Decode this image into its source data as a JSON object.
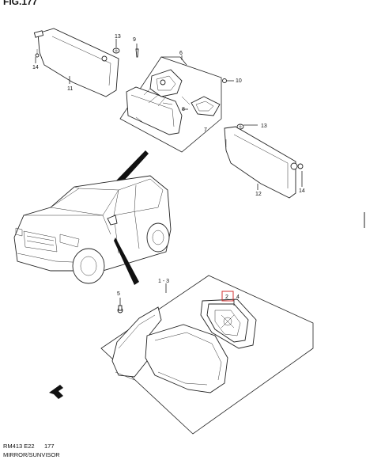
{
  "header": {
    "fig_number": "FIG.177"
  },
  "callouts": {
    "c1_3": "1 - 3",
    "c2": "2",
    "c4": "4",
    "c5": "5",
    "c6": "6",
    "c7": "7",
    "c8": "8",
    "c9": "9",
    "c10": "10",
    "c11": "11",
    "c12": "12",
    "c13_top": "13",
    "c13_right": "13",
    "c14_left": "14",
    "c14_right": "14"
  },
  "footer": {
    "ref_code": "RM413 E22",
    "page": "177",
    "section_title": "MIRROR/SUNVISOR"
  },
  "colors": {
    "highlight_box": "#d03030",
    "line": "#222222"
  }
}
